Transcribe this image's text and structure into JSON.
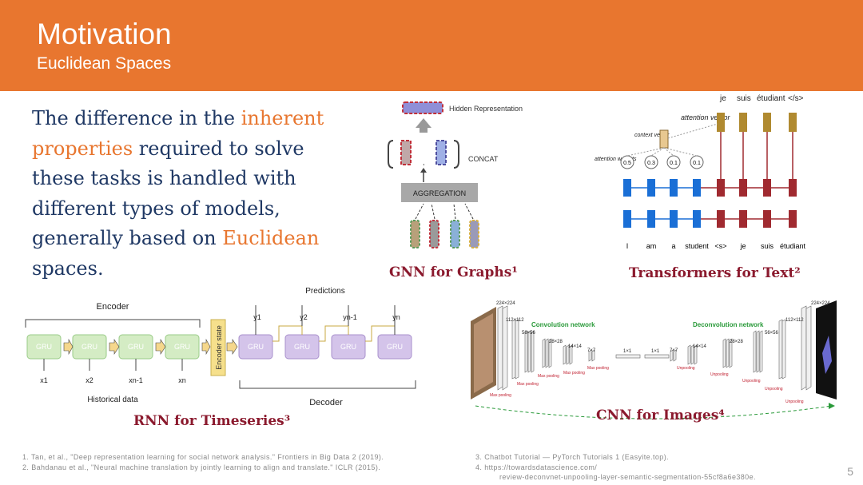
{
  "header": {
    "title": "Motivation",
    "subtitle": "Euclidean Spaces"
  },
  "body": {
    "t1": "The difference in the ",
    "t2": "inherent properties",
    "t3": " required to solve these tasks is handled with different types of models, generally based on ",
    "t4": "Euclidean",
    "t5": " spaces."
  },
  "captions": {
    "gnn": "GNN for Graphs¹",
    "transformers": "Transformers for Text²",
    "rnn": "RNN for Timeseries³",
    "cnn": "CNN for Images⁴"
  },
  "gnn_figure": {
    "hidden": "Hidden Representation",
    "concat": "CONCAT",
    "aggregation": "AGGREGATION"
  },
  "transformer_figure": {
    "outputs": [
      "je",
      "suis",
      "étudiant",
      "</s>"
    ],
    "attention_vector": "attention vector",
    "context_vector": "context vector",
    "attention_weights": "attention weights",
    "weights": [
      "0.5",
      "0.3",
      "0.1",
      "0.1"
    ],
    "inputs": [
      "I",
      "am",
      "a",
      "student",
      "<s>",
      "je",
      "suis",
      "étudiant"
    ]
  },
  "rnn_figure": {
    "encoder": "Encoder",
    "decoder": "Decoder",
    "predictions": "Predictions",
    "encoder_state": "Encoder state",
    "historical": "Historical data",
    "cell": "GRU",
    "inputs": [
      "x1",
      "x2",
      "xn-1",
      "xn"
    ],
    "outputs": [
      "y1",
      "y2",
      "yn-1",
      "yn"
    ]
  },
  "cnn_figure": {
    "conv": "Convolution network",
    "deconv": "Deconvolution network",
    "sizes_left": [
      "224×224",
      "112×112",
      "56×56",
      "28×28",
      "14×14",
      "7×7"
    ],
    "sizes_mid": [
      "1×1",
      "1×1"
    ],
    "sizes_right": [
      "7×7",
      "14×14",
      "28×28",
      "56×56",
      "112×112",
      "224×224"
    ],
    "pool": "Max pooling",
    "unpool": "Unpooling"
  },
  "references": {
    "r1": "1.    Tan, et al., \"Deep representation learning for social network analysis.\" Frontiers in Big Data 2 (2019).",
    "r2": "2.    Bahdanau et al., \"Neural machine translation by jointly learning to align and translate.\" ICLR (2015).",
    "r3": "3.    Chatbot Tutorial — PyTorch Tutorials 1 (Easyite.top).",
    "r4a": "4.    https://towardsdatascience.com/",
    "r4b": "review-deconvnet-unpooling-layer-semantic-segmentation-55cf8a6e380e."
  },
  "page_number": "5",
  "colors": {
    "accent": "#e8762f",
    "navy": "#1f3864",
    "caption": "#8b1a2e"
  }
}
